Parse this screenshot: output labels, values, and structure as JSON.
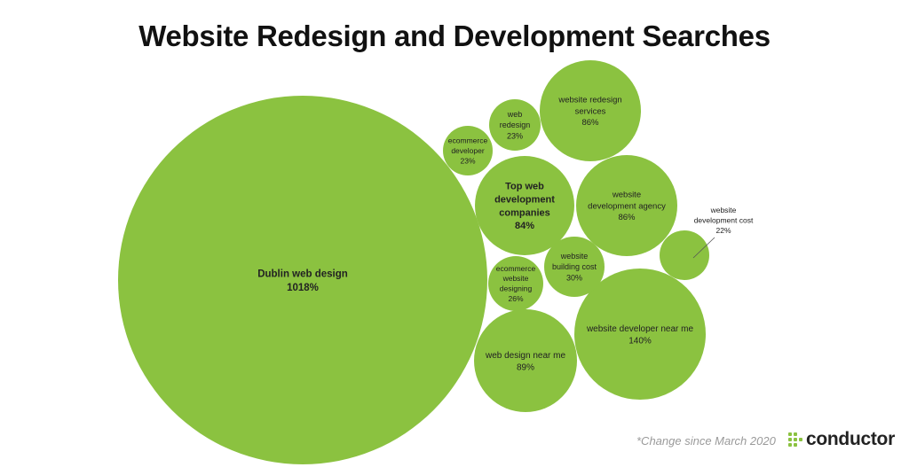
{
  "title": "Website Redesign and Development Searches",
  "footnote": "*Change since March 2020",
  "brand": {
    "name": "conductor",
    "icon": "conductor-logo-icon"
  },
  "colors": {
    "bubble": "#8bc240",
    "text": "#222222"
  },
  "chart_data": {
    "type": "bubble",
    "title": "Website Redesign and Development Searches",
    "value_unit": "% change since March 2020",
    "items": [
      {
        "label": "Dublin web design",
        "value_text": "1018%",
        "value": 1018
      },
      {
        "label": "website developer near me",
        "value_text": "140%",
        "value": 140
      },
      {
        "label": "web design near me",
        "value_text": "89%",
        "value": 89
      },
      {
        "label": "website redesign services",
        "value_text": "86%",
        "value": 86
      },
      {
        "label": "website development agency",
        "value_text": "86%",
        "value": 86
      },
      {
        "label": "Top web development companies",
        "value_text": "84%",
        "value": 84
      },
      {
        "label": "website building cost",
        "value_text": "30%",
        "value": 30
      },
      {
        "label": "ecommerce website designing",
        "value_text": "26%",
        "value": 26
      },
      {
        "label": "web redesign",
        "value_text": "23%",
        "value": 23
      },
      {
        "label": "ecommerce developer",
        "value_text": "23%",
        "value": 23
      },
      {
        "label": "website development cost",
        "value_text": "22%",
        "value": 22
      }
    ]
  }
}
